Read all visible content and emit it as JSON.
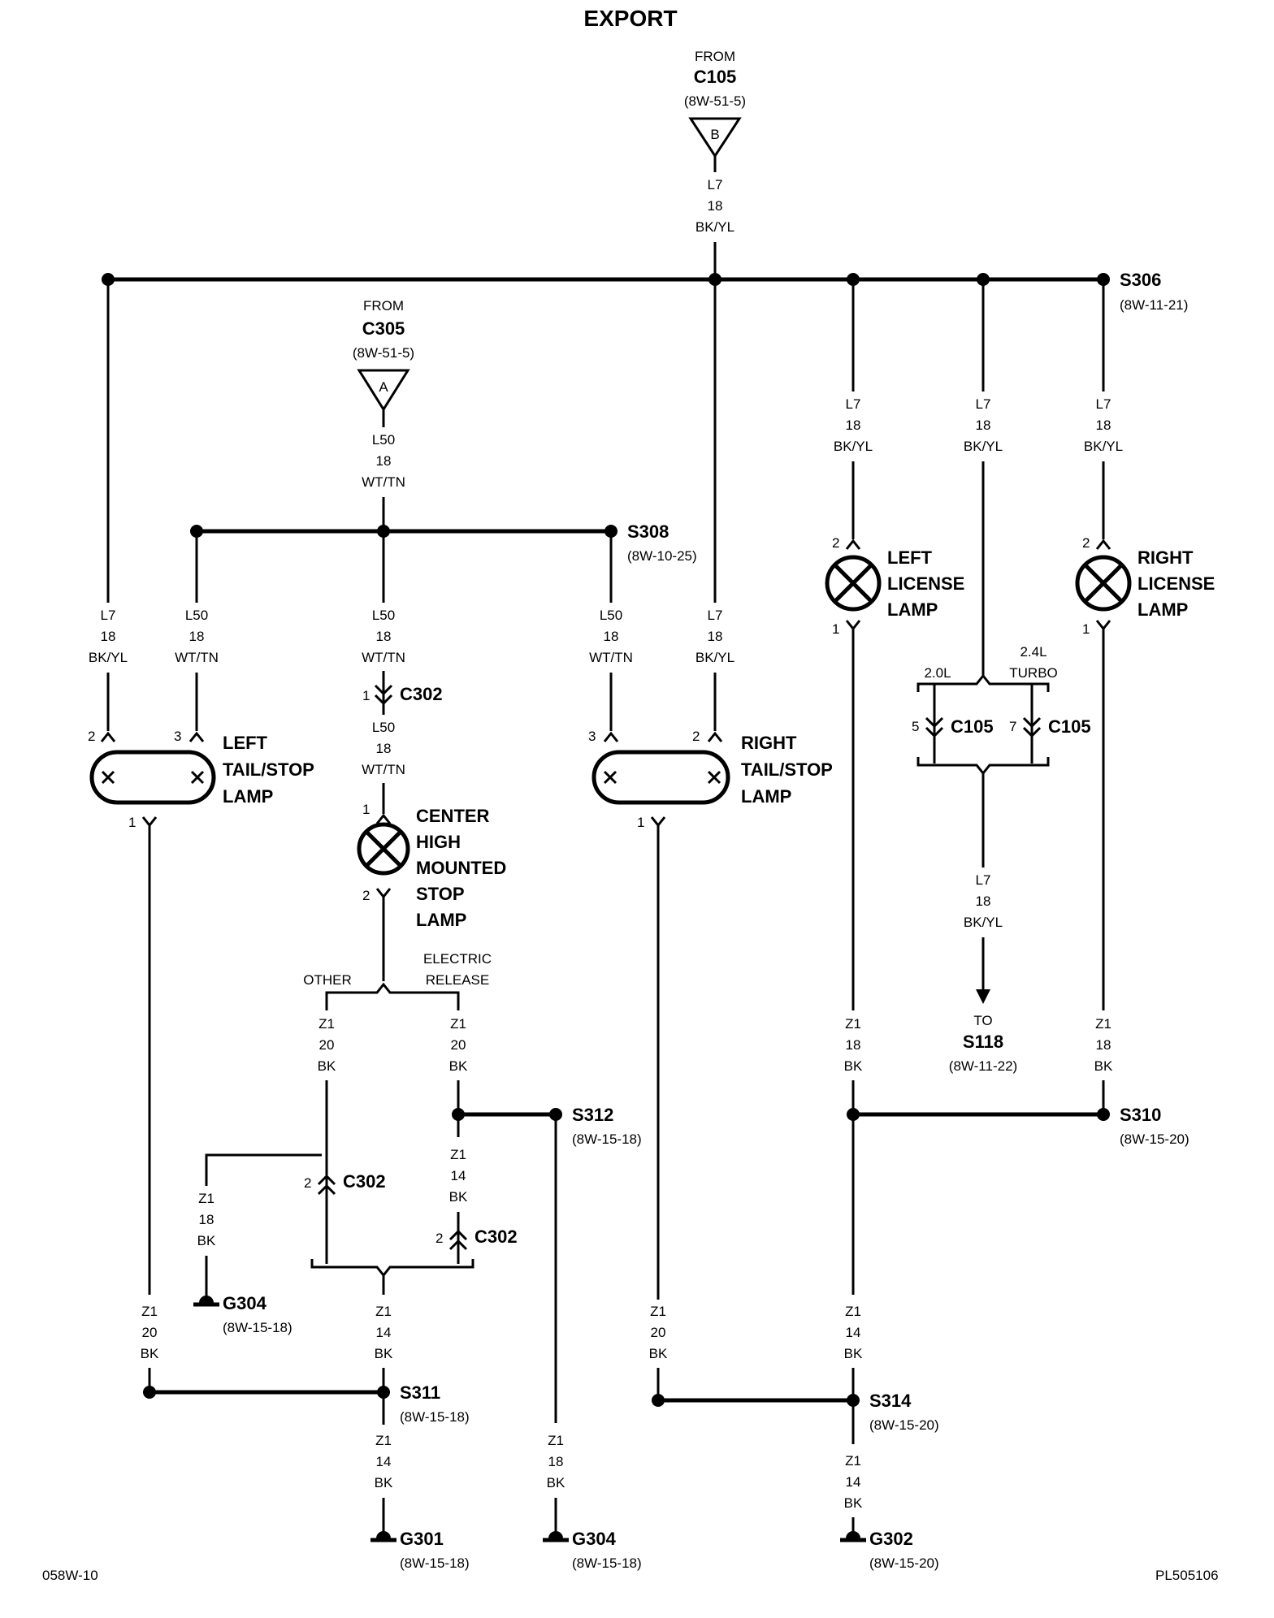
{
  "title": "EXPORT",
  "footer": {
    "left": "058W-10",
    "right": "PL505106"
  },
  "sources": {
    "c105": {
      "from": "FROM",
      "name": "C105",
      "ref": "(8W-51-5)",
      "marker": "B"
    },
    "c305": {
      "from": "FROM",
      "name": "C305",
      "ref": "(8W-51-5)",
      "marker": "A"
    }
  },
  "wires": {
    "l7_18_bkyl": [
      "L7",
      "18",
      "BK/YL"
    ],
    "l50_18_wttn": [
      "L50",
      "18",
      "WT/TN"
    ],
    "z1_20_bk": [
      "Z1",
      "20",
      "BK"
    ],
    "z1_18_bk": [
      "Z1",
      "18",
      "BK"
    ],
    "z1_14_bk": [
      "Z1",
      "14",
      "BK"
    ]
  },
  "splices": {
    "s306": {
      "name": "S306",
      "ref": "(8W-11-21)"
    },
    "s308": {
      "name": "S308",
      "ref": "(8W-10-25)"
    },
    "s310": {
      "name": "S310",
      "ref": "(8W-15-20)"
    },
    "s311": {
      "name": "S311",
      "ref": "(8W-15-18)"
    },
    "s312": {
      "name": "S312",
      "ref": "(8W-15-18)"
    },
    "s314": {
      "name": "S314",
      "ref": "(8W-15-20)"
    }
  },
  "connectors": {
    "c302": "C302",
    "c105": "C105"
  },
  "pins": {
    "p1": "1",
    "p2": "2",
    "p3": "3",
    "p5": "5",
    "p7": "7"
  },
  "lamps": {
    "left_tail": [
      "LEFT",
      "TAIL/STOP",
      "LAMP"
    ],
    "right_tail": [
      "RIGHT",
      "TAIL/STOP",
      "LAMP"
    ],
    "left_license": [
      "LEFT",
      "LICENSE",
      "LAMP"
    ],
    "right_license": [
      "RIGHT",
      "LICENSE",
      "LAMP"
    ],
    "chmsl": [
      "CENTER",
      "HIGH",
      "MOUNTED",
      "STOP",
      "LAMP"
    ]
  },
  "options": {
    "engine_20l": "2.0L",
    "engine_24l": [
      "2.4L",
      "TURBO"
    ],
    "other": "OTHER",
    "electric_release": [
      "ELECTRIC",
      "RELEASE"
    ]
  },
  "destination": {
    "to": "TO",
    "name": "S118",
    "ref": "(8W-11-22)"
  },
  "grounds": {
    "g301": {
      "name": "G301",
      "ref": "(8W-15-18)"
    },
    "g302": {
      "name": "G302",
      "ref": "(8W-15-20)"
    },
    "g304a": {
      "name": "G304",
      "ref": "(8W-15-18)"
    },
    "g304b": {
      "name": "G304",
      "ref": "(8W-15-18)"
    }
  }
}
